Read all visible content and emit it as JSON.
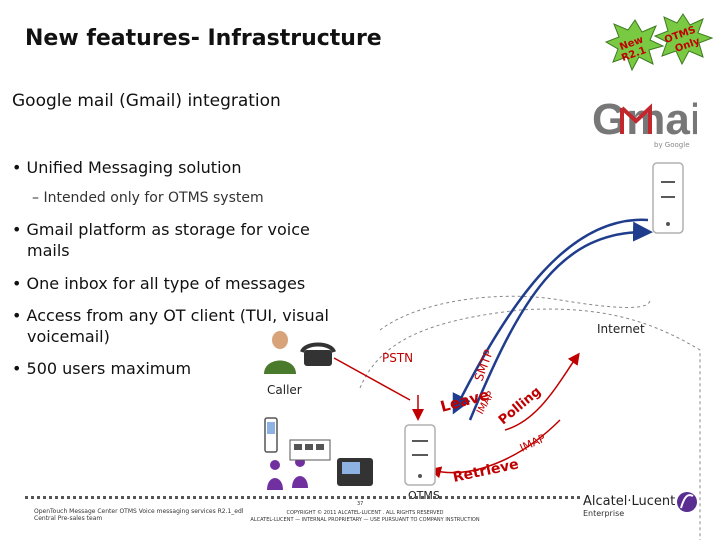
{
  "slide": {
    "title": "New features- Infrastructure",
    "subtitle": "Google mail (Gmail) integration",
    "bullets": [
      {
        "text": "• Unified Messaging solution"
      },
      {
        "text": "– Intended only for OTMS system"
      },
      {
        "text": "• Gmail platform as storage for voice"
      },
      {
        "text": "mails"
      },
      {
        "text": "• One inbox for all type of messages"
      },
      {
        "text": "• Access from any OT client (TUI, visual"
      },
      {
        "text": "voicemail)"
      },
      {
        "text": "• 500 users maximum"
      }
    ],
    "badges": {
      "new_line1": "New",
      "new_line2": "R2.1",
      "otms_line1": "OTMS",
      "otms_line2": "Only"
    }
  },
  "gmail_logo": {
    "text": "Gmail",
    "byline": "by Google"
  },
  "diagram": {
    "internet": "Internet",
    "pstn": "PSTN",
    "caller": "Caller",
    "otms": "OTMS",
    "leave": "Leave",
    "smtp": "SMTP",
    "imap1": "IMAP",
    "polling": "Polling",
    "imap2": "IMAP",
    "retrieve": "Retrieve"
  },
  "footer": {
    "left_line1": "OpenTouch Message Center OTMS Voice messaging services R2.1_edl",
    "left_line2": "Central Pre-sales team",
    "page": "37",
    "copyright_line1": "COPYRIGHT © 2011 ALCATEL-LUCENT . ALL RIGHTS RESERVED",
    "copyright_line2": "ALCATEL-LUCENT — INTERNAL PROPRIETARY — USE PURSUANT TO COMPANY INSTRUCTION",
    "brand": "Alcatel·Lucent",
    "brand_sub": "Enterprise"
  },
  "colors": {
    "red": "#c00000",
    "arrow_blue": "#1f3d8c",
    "star_fill": "#7ac943",
    "gmail_red": "#c1272d"
  }
}
